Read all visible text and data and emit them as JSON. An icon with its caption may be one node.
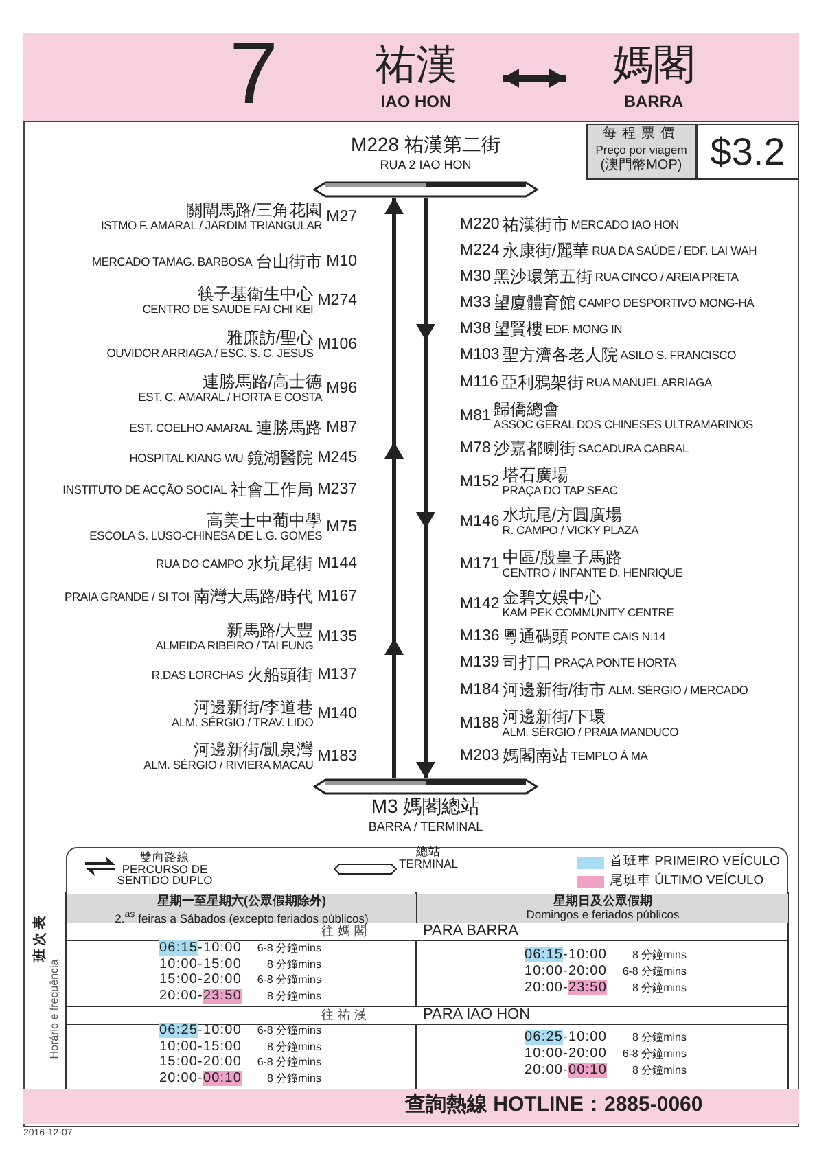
{
  "diagram": {
    "nodes": [
      {
        "text": [
          "7"
        ]
      },
      {
        "text": [
          "祐漢",
          "IAO HON"
        ],
        "in": 0
      },
      {
        "text": [
          "媽閣",
          "BARRA"
        ],
        "in": 0
      },
      {
        "text": [
          "每程票價",
          "Preço por viagem",
          "(澳門幣MOP)"
        ]
      },
      {
        "text": [
          "$3.2"
        ]
      },
      {
        "text": [
          "M228 祐漢第二街",
          "RUA 2 IAO HON"
        ]
      },
      {
        "text": [
          "M3 媽閣總站",
          "BARRA / TERMINAL"
        ]
      },
      {
        "text": [
          "查詢熱線 HOTLINE：2885-0060"
        ]
      }
    ],
    "edges": [
      {
        "from": 1,
        "to": 2,
        "arrow": "both"
      },
      {
        "from": 6,
        "to": 5,
        "arrow": "to"
      },
      {
        "from": 5,
        "to": 6,
        "arrow": "to"
      }
    ],
    "labels": [
      "關閘馬路/三角花園",
      "ISTMO F. AMARAL / JARDIM TRIANGULAR",
      "M27",
      "MERCADO TAMAG. BARBOSA",
      "台山街市",
      "M10",
      "筷子基衛生中心",
      "CENTRO DE SAUDE FAI CHI KEI",
      "M274",
      "雅廉訪/聖心",
      "OUVIDOR ARRIAGA / ESC. S. C. JESUS",
      "M106",
      "連勝馬路/高士德",
      "EST. C. AMARAL / HORTA E COSTA",
      "M96",
      "EST. COELHO AMARAL",
      "連勝馬路",
      "M87",
      "HOSPITAL KIANG WU",
      "鏡湖醫院",
      "M245",
      "INSTITUTO DE ACÇÃO SOCIAL",
      "社會工作局",
      "M237",
      "高美士中葡中學",
      "ESCOLA S. LUSO-CHINESA DE L.G. GOMES",
      "M75",
      "RUA DO CAMPO",
      "水坑尾街",
      "M144",
      "PRAIA GRANDE / SI TOI",
      "南灣大馬路/時代",
      "M167",
      "新馬路/大豐",
      "ALMEIDA RIBEIRO / TAI FUNG",
      "M135",
      "R.DAS LORCHAS",
      "火船頭街",
      "M137",
      "河邊新街/李道巷",
      "ALM. SÉRGIO / TRAV. LIDO",
      "M140",
      "河邊新街/凱泉灣",
      "ALM. SÉRGIO / RIVIERA MACAU",
      "M183",
      "M220",
      "祐漢街市",
      "MERCADO IAO HON",
      "M224",
      "永康街/麗華",
      "RUA DA SAÚDE / EDF. LAI WAH",
      "M30",
      "黑沙環第五街",
      "RUA CINCO / AREIA PRETA",
      "M33",
      "望廈體育館",
      "CAMPO DESPORTIVO MONG-HÁ",
      "M38",
      "望賢樓",
      "EDF. MONG IN",
      "M103",
      "聖方濟各老人院",
      "ASILO S. FRANCISCO",
      "M116",
      "亞利鴉架街",
      "RUA MANUEL ARRIAGA",
      "M81",
      "歸僑總會",
      "ASSOC GERAL DOS CHINESES ULTRAMARINOS",
      "M78",
      "沙嘉都喇街",
      "SACADURA CABRAL",
      "M152",
      "塔石廣場",
      "PRAÇA DO TAP SEAC",
      "M146",
      "水坑尾/方圓廣場",
      "R. CAMPO / VICKY PLAZA",
      "M171",
      "中區/殷皇子馬路",
      "CENTRO / INFANTE D. HENRIQUE",
      "M142",
      "金碧文娛中心",
      "KAM PEK COMMUNITY CENTRE",
      "M136",
      "粵通碼頭",
      "PONTE CAIS N.14",
      "M139",
      "司打口",
      "PRAÇA PONTE HORTA",
      "M184",
      "河邊新街/街市",
      "ALM. SÉRGIO / MERCADO",
      "M188",
      "河邊新街/下環",
      "ALM. SÉRGIO / PRAIA MANDUCO",
      "M203",
      "媽閣南站",
      "TEMPLO Á MA",
      "班次表",
      "Horário e frequência",
      "星期一至星期六(公眾假期除外)",
      "2.$^{as}$ feiras a Sábados (excepto feriados públicos)",
      "星期日及公眾假期",
      "Domingos e feriados públicos",
      "往媽閣",
      "PARA BARRA",
      "06:15-10:00",
      "6-8 分鐘mins",
      "10:00-15:00",
      "8 分鐘mins",
      "15:00-20:00",
      "6-8 分鐘mins",
      "20:00-23:50",
      "8 分鐘mins",
      "06:15-10:00",
      "8 分鐘mins",
      "10:00-20:00",
      "6-8 分鐘mins",
      "20:00-23:50",
      "8 分鐘mins",
      "往祐漢",
      "PARA IAO HON",
      "06:25-10:00",
      "6-8 分鐘mins",
      "10:00-15:00",
      "8 分鐘mins",
      "15:00-20:00",
      "6-8 分鐘mins",
      "20:00-00:10",
      "8 分鐘mins",
      "06:25-10:00",
      "8 分鐘mins",
      "10:00-20:00",
      "6-8 分鐘mins",
      "20:00-00:10",
      "8 分鐘mins",
      "2016-12-07"
    ],
    "legend": [
      {
        "text": "雙向路線 PERCURSO DE SENTIDO DUPLO"
      },
      {
        "text": "總站 TERMINAL"
      },
      {
        "text": "首班車 PRIMEIRO VEÍCULO",
        "color": "#a8dcf3"
      },
      {
        "text": "尾班車 ÚLTIMO VEÍCULO",
        "color": "#f0a2c6"
      }
    ]
  }
}
